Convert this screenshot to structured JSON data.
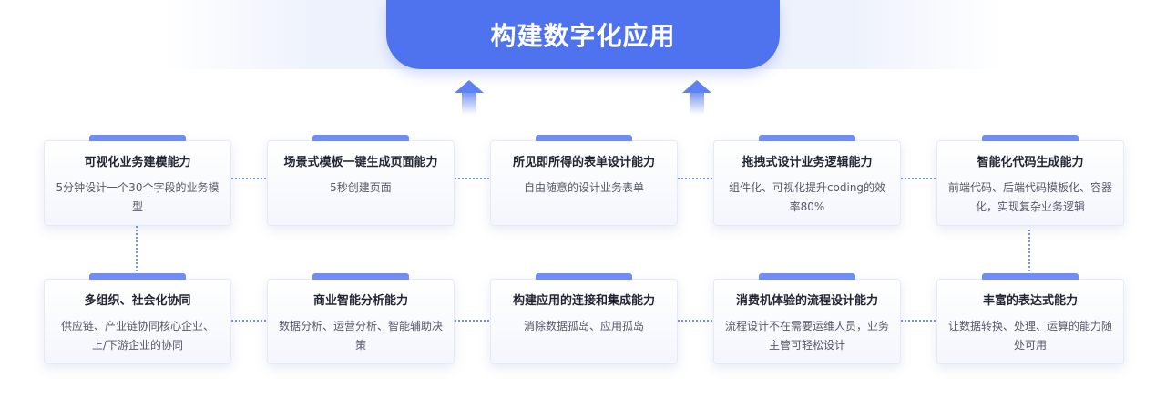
{
  "banner": {
    "title": "构建数字化应用"
  },
  "top_row": [
    {
      "title": "可视化业务建模能力",
      "desc": "5分钟设计一个30个字段的业务模型"
    },
    {
      "title": "场景式模板一键生成页面能力",
      "desc": "5秒创建页面"
    },
    {
      "title": "所见即所得的表单设计能力",
      "desc": "自由随意的设计业务表单"
    },
    {
      "title": "拖拽式设计业务逻辑能力",
      "desc": "组件化、可视化提升coding的效率80%"
    },
    {
      "title": "智能化代码生成能力",
      "desc": "前端代码、后端代码模板化、容器化，实现复杂业务逻辑"
    }
  ],
  "bottom_row": [
    {
      "title": "多组织、社会化协同",
      "desc": "供应链、产业链协同核心企业、上/下游企业的协同"
    },
    {
      "title": "商业智能分析能力",
      "desc": "数据分析、运营分析、智能辅助决策"
    },
    {
      "title": "构建应用的连接和集成能力",
      "desc": "消除数据孤岛、应用孤岛"
    },
    {
      "title": "消费机体验的流程设计能力",
      "desc": "流程设计不在需要运维人员，业务主管可轻松设计"
    },
    {
      "title": "丰富的表达式能力",
      "desc": "让数据转换、处理、运算的能力随处可用"
    }
  ],
  "colors": {
    "accent": "#4f73ef",
    "tab": "#6f8df2"
  }
}
